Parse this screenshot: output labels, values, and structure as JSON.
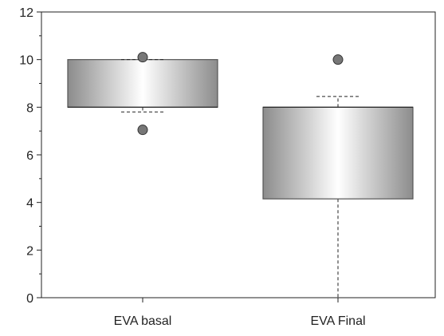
{
  "chart_data": {
    "type": "box",
    "title": "",
    "xlabel": "",
    "ylabel": "",
    "ylim": [
      0,
      12
    ],
    "yticks": [
      0,
      2,
      4,
      6,
      8,
      10,
      12
    ],
    "yticks_minor": [
      1,
      3,
      5,
      7,
      9,
      11
    ],
    "grid": false,
    "categories": [
      "EVA basal",
      "EVA Final"
    ],
    "boxes": [
      {
        "category": "EVA basal",
        "whisker_low": 7.8,
        "q1": 8,
        "median": 8,
        "q3": 10,
        "whisker_high": 10,
        "outliers": [
          10.1,
          7.05
        ]
      },
      {
        "category": "EVA Final",
        "whisker_low": 0,
        "q1": 4.15,
        "median": 8,
        "q3": 8,
        "whisker_high": 8.45,
        "outliers": [
          10
        ]
      }
    ],
    "colors": {
      "box_edge": "#555555",
      "box_fill_dark": "#8c8c8c",
      "box_fill_light": "#ffffff",
      "outlier_fill": "#777777",
      "axis": "#222222"
    }
  }
}
